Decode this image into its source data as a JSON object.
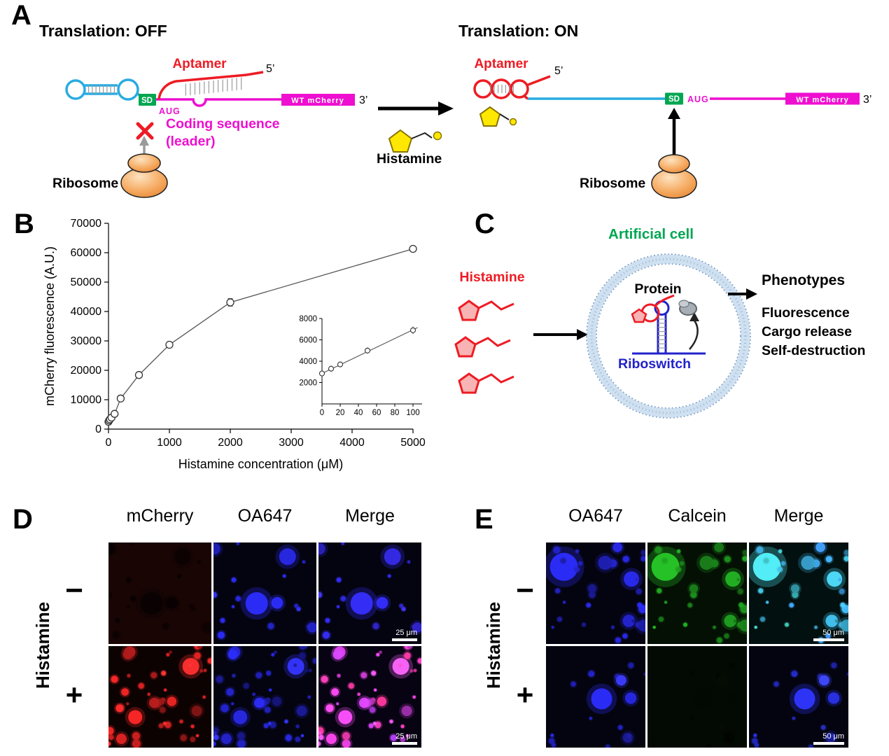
{
  "colors": {
    "aptamer_red": "#ed1c24",
    "leader_magenta": "#ee0fd0",
    "switching_cyan": "#29abe2",
    "sd_green": "#00a651",
    "riboswitch_blue": "#2222cc",
    "artificial_cell_green": "#00a651",
    "histamine_yellow": "#ffe800",
    "ribosome_orange": "#f5a95f"
  },
  "panelA": {
    "label": "A",
    "left_title": "Translation: OFF",
    "right_title": "Translation: ON",
    "left": {
      "aptamer": "Aptamer",
      "five_prime": "5’",
      "sd": "SD",
      "aug": "AUG",
      "cds": "WT mCherry",
      "three_prime": "3’",
      "coding_line1": "Coding sequence",
      "coding_line2": "(leader)",
      "ribosome": "Ribosome"
    },
    "middle": {
      "histamine": "Histamine"
    },
    "right": {
      "aptamer": "Aptamer",
      "five_prime": "5’",
      "sd": "SD",
      "aug": "AUG",
      "cds": "WT mCherry",
      "three_prime": "3’",
      "ribosome": "Ribosome"
    }
  },
  "panelB": {
    "label": "B"
  },
  "chart_data": {
    "type": "scatter",
    "title": "",
    "xlabel": "Histamine concentration (μM)",
    "ylabel": "mCherry fluorescence (A.U.)",
    "xlim": [
      0,
      5000
    ],
    "ylim": [
      0,
      70000
    ],
    "xticks": [
      0,
      1000,
      2000,
      3000,
      4000,
      5000
    ],
    "yticks": [
      0,
      10000,
      20000,
      30000,
      40000,
      50000,
      60000,
      70000
    ],
    "x": [
      0,
      10,
      25,
      50,
      100,
      200,
      500,
      1000,
      2000,
      5000
    ],
    "y": [
      2500,
      2950,
      3350,
      3900,
      5200,
      10400,
      18400,
      28700,
      43100,
      61300
    ],
    "yerr": [
      250,
      250,
      300,
      300,
      400,
      600,
      700,
      800,
      1300,
      900
    ],
    "marker": "open-circle",
    "line": true,
    "grid": false,
    "legend": null,
    "inset": {
      "xlim": [
        0,
        110
      ],
      "ylim": [
        0,
        8000
      ],
      "xticks": [
        0,
        20,
        40,
        60,
        80,
        100
      ],
      "yticks": [
        2000,
        4000,
        6000,
        8000
      ],
      "x": [
        0,
        10,
        20,
        50,
        100
      ],
      "y": [
        2850,
        3300,
        3700,
        5000,
        6900
      ],
      "yerr": [
        250,
        280,
        260,
        300,
        350
      ]
    }
  },
  "panelC": {
    "label": "C",
    "artificial_cell": "Artificial cell",
    "histamine": "Histamine",
    "protein": "Protein",
    "riboswitch": "Riboswitch",
    "phenotypes_title": "Phenotypes",
    "phenotypes": [
      "Fluorescence",
      "Cargo release",
      "Self-destruction"
    ]
  },
  "panelD": {
    "label": "D",
    "columns": [
      "mCherry",
      "OA647",
      "Merge"
    ],
    "row_axis": "Histamine",
    "row_minus": "−",
    "row_plus": "+",
    "scale_bar": "25 μm",
    "channel_colors": {
      "mcherry": "#ff2828",
      "oa647": "#2d2dff"
    }
  },
  "panelE": {
    "label": "E",
    "columns": [
      "OA647",
      "Calcein",
      "Merge"
    ],
    "row_axis": "Histamine",
    "row_minus": "−",
    "row_plus": "+",
    "scale_bar": "50 μm",
    "channel_colors": {
      "oa647": "#2d2dff",
      "calcein": "#28c828"
    }
  }
}
